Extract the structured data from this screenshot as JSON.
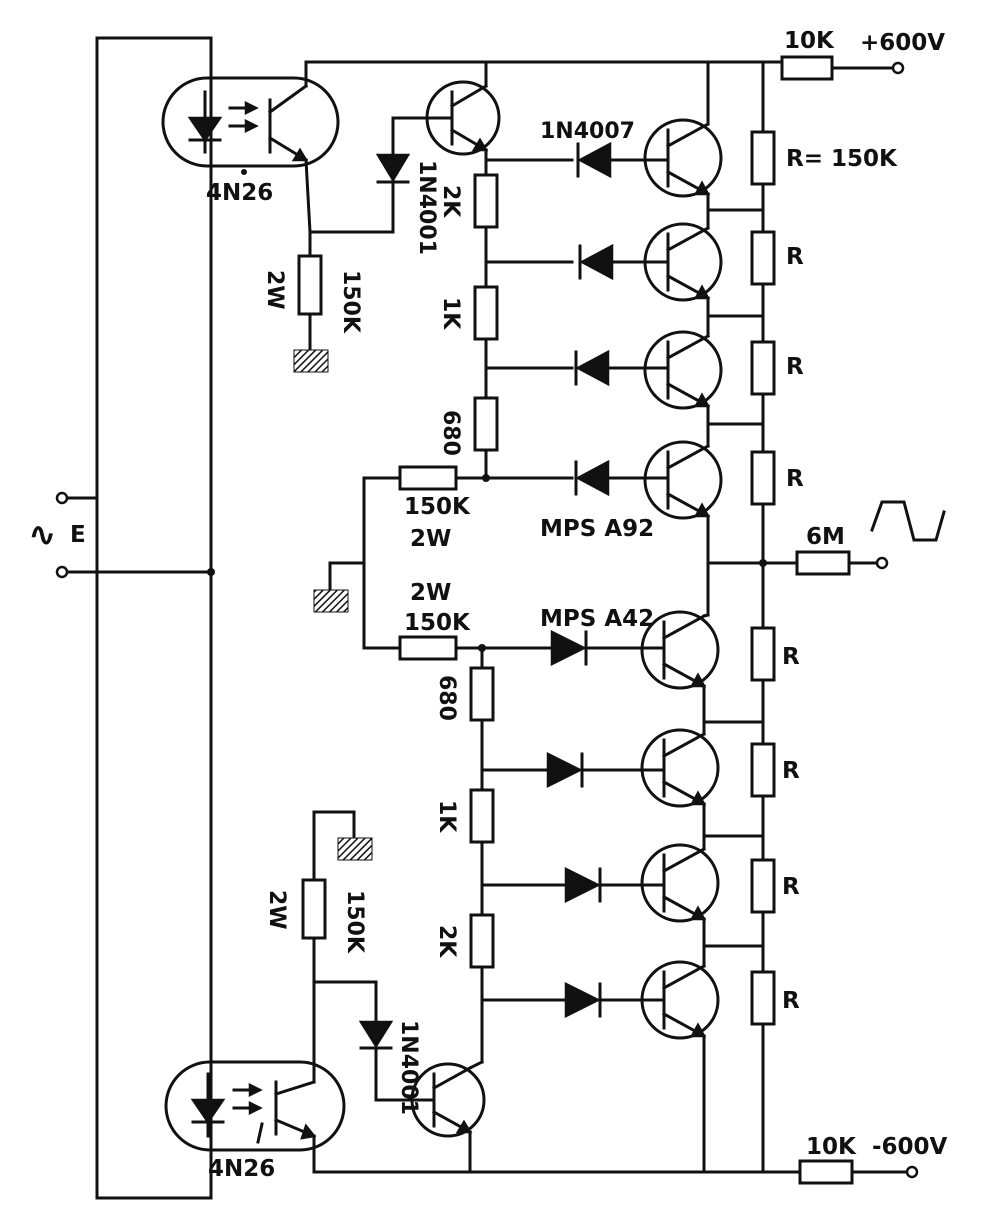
{
  "labels": {
    "r_top_10k": "10K",
    "v_pos": "+600V",
    "r_bot_10k": "10K",
    "v_neg": "-600V",
    "oc_top": "4N26",
    "oc_bot": "4N26",
    "d_1n4007": "1N4007",
    "d_1n4001_top": "1N4001",
    "d_1n4001_bot": "1N4001",
    "r_2k_top": "2K",
    "r_1k_top": "1K",
    "r_680_top": "680",
    "r_150k_top_in": "150K",
    "w2_top_in": "2W",
    "mps_a92": "MPS A92",
    "w2_bot_in": "2W",
    "r_150k_bot_in": "150K",
    "mps_a42": "MPS A42",
    "r_680_bot": "680",
    "r_1k_bot": "1K",
    "r_2k_bot": "2K",
    "w2_top_load": "2W",
    "r_150k_top_load": "150K",
    "w2_bot_load": "2W",
    "r_150k_bot_load": "150K",
    "r_eq": "R= 150K",
    "r1": "R",
    "r2": "R",
    "r3": "R",
    "r4": "R",
    "r5": "R",
    "r6": "R",
    "r7": "R",
    "r_6m": "6M",
    "e_input": "E",
    "tilde": "∿"
  }
}
